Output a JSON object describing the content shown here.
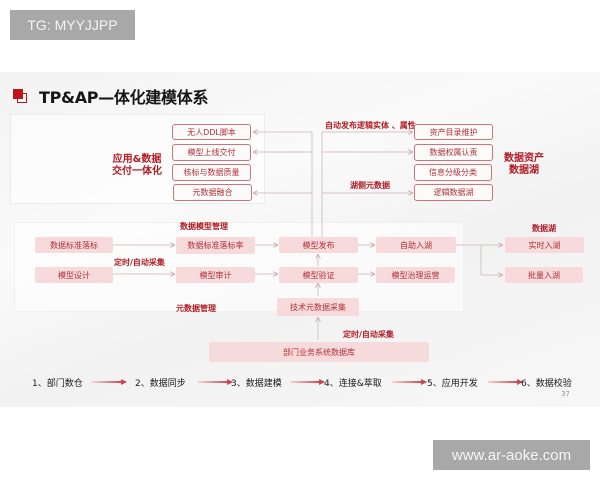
{
  "watermarks": {
    "top": "TG: MYYJJPP",
    "bottom": "www.ar-aoke.com"
  },
  "slide": {
    "title": "TP&AP—体化建模体系",
    "page_number": "37",
    "left_group": {
      "label_line1": "应用&数据",
      "label_line2": "交付一体化",
      "items": [
        "无人DDL脚本",
        "模型上线交付",
        "核标与数据质量",
        "元数据融合"
      ]
    },
    "right_group": {
      "label_line1": "数据资产",
      "label_line2": "数据湖",
      "items": [
        "资产目录维护",
        "数据权属认责",
        "信息分级分类",
        "逻辑数据湖"
      ]
    },
    "annotations": {
      "auto_publish": "自动发布逻辑实体 、属性",
      "lake_meta": "湖侧元数据",
      "model_mgmt": "数据模型管理",
      "sched_collect_1": "定时/自动采集",
      "meta_mgmt": "元数据管理",
      "sched_collect_2": "定时/自动采集",
      "data_lake": "数据湖"
    },
    "flow": {
      "std_source": "数据标准落标",
      "model_design": "模型设计",
      "std_rate": "数据标准落标率",
      "model_audit": "模型审计",
      "model_publish": "模型发布",
      "model_verify": "模型验证",
      "tech_meta": "技术元数据采集",
      "auto_lake": "自助入湖",
      "model_ops": "模型治理运营",
      "realtime_lake": "实时入湖",
      "batch_lake": "批量入湖",
      "dept_db": "部门业务系统数据库"
    },
    "steps": [
      "1、部门数仓",
      "2、数据同步",
      "3、数据建模",
      "4、连接&萃取",
      "5、应用开发",
      "6、数据校验"
    ],
    "colors": {
      "accent": "#b11c24",
      "box_fill": "#f7dadb",
      "box_border": "#c7777c"
    }
  }
}
